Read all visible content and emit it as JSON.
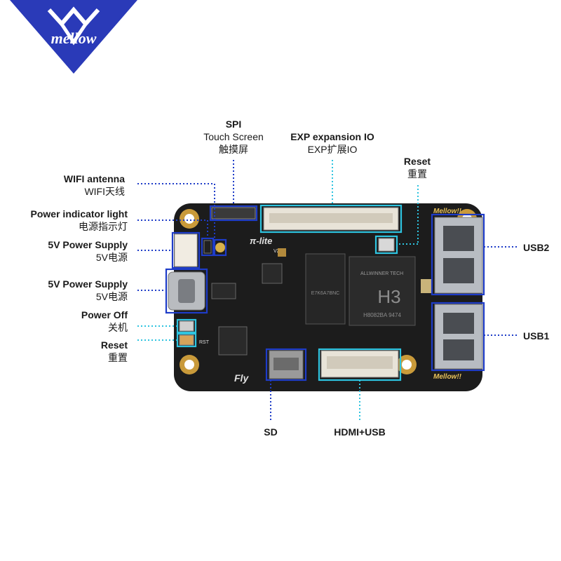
{
  "brand": {
    "logo_text": "mellow",
    "accent": "#2a3ab8"
  },
  "board": {
    "model": "π-lite",
    "version": "V2.1",
    "soc": "H3",
    "soc_vendor": "ALLWINNER TECH",
    "soc_code": "H8082BA 9474",
    "ram_code": "E7K6A7BNC",
    "corner_brand": "Mellow!!",
    "fly_text": "Fly",
    "rst_text": "RST"
  },
  "colors": {
    "callout_box": "#1e3cc8",
    "callout_cyan": "#2ec4e0",
    "pcb": "#1c1c1c",
    "pad_gold": "#c99a3a"
  },
  "labels": {
    "spi": {
      "title": "SPI",
      "line1": "Touch Screen",
      "line2": "触摸屏"
    },
    "exp": {
      "title": "EXP expansion IO",
      "line1": "EXP扩展IO"
    },
    "reset_top": {
      "title": "Reset",
      "line1": "重置"
    },
    "wifi": {
      "title": "WIFI antenna",
      "line1": "WIFI天线"
    },
    "power_led": {
      "title": "Power indicator light",
      "line1": "电源指示灯"
    },
    "power_5v_a": {
      "title": "5V Power Supply",
      "line1": "5V电源"
    },
    "power_5v_b": {
      "title": "5V Power Supply",
      "line1": "5V电源"
    },
    "power_off": {
      "title": "Power Off",
      "line1": "关机"
    },
    "reset_left": {
      "title": "Reset",
      "line1": "重置"
    },
    "usb2": {
      "title": "USB2"
    },
    "usb1": {
      "title": "USB1"
    },
    "sd": {
      "title": "SD"
    },
    "hdmi": {
      "title": "HDMI+USB"
    }
  }
}
